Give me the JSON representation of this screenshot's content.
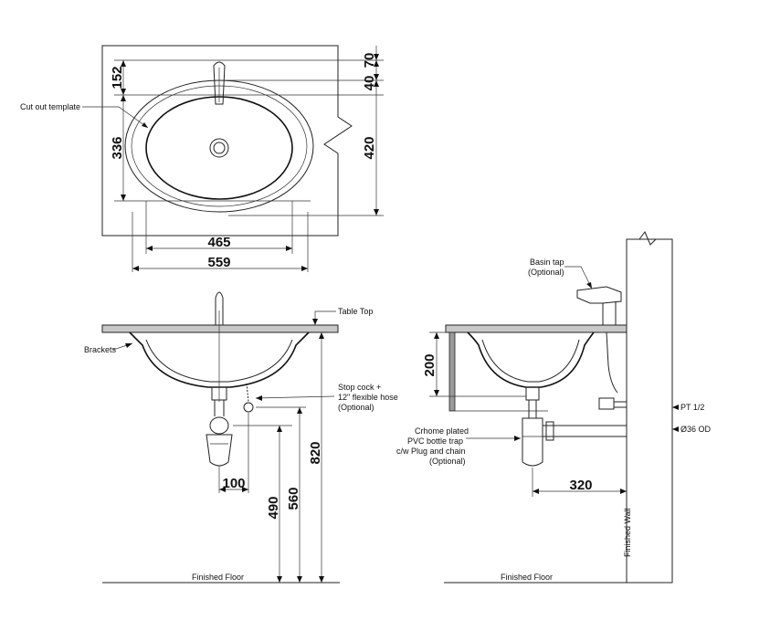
{
  "top_view": {
    "dim_152": "152",
    "dim_336": "336",
    "dim_70": "70",
    "dim_40": "40",
    "dim_420": "420",
    "dim_465": "465",
    "dim_559": "559",
    "cut_out_label": "Cut out template"
  },
  "front_view": {
    "table_top": "Table Top",
    "brackets": "Brackets",
    "stop_cock_1": "Stop cock +",
    "stop_cock_2": "12\" flexible hose",
    "stop_cock_3": "(Optional)",
    "dim_100": "100",
    "dim_490": "490",
    "dim_560": "560",
    "dim_820": "820",
    "finished_floor": "Finished Floor"
  },
  "side_view": {
    "basin_tap_1": "Basin tap",
    "basin_tap_2": "(Optional)",
    "pt": "PT 1/2",
    "od": "Ø36 OD",
    "trap_1": "Crhome plated",
    "trap_2": "PVC bottle trap",
    "trap_3": "c/w Plug and chain",
    "trap_4": "(Optional)",
    "dim_200": "200",
    "dim_320": "320",
    "finished_wall": "Finished Wall",
    "finished_floor": "Finished Floor"
  }
}
